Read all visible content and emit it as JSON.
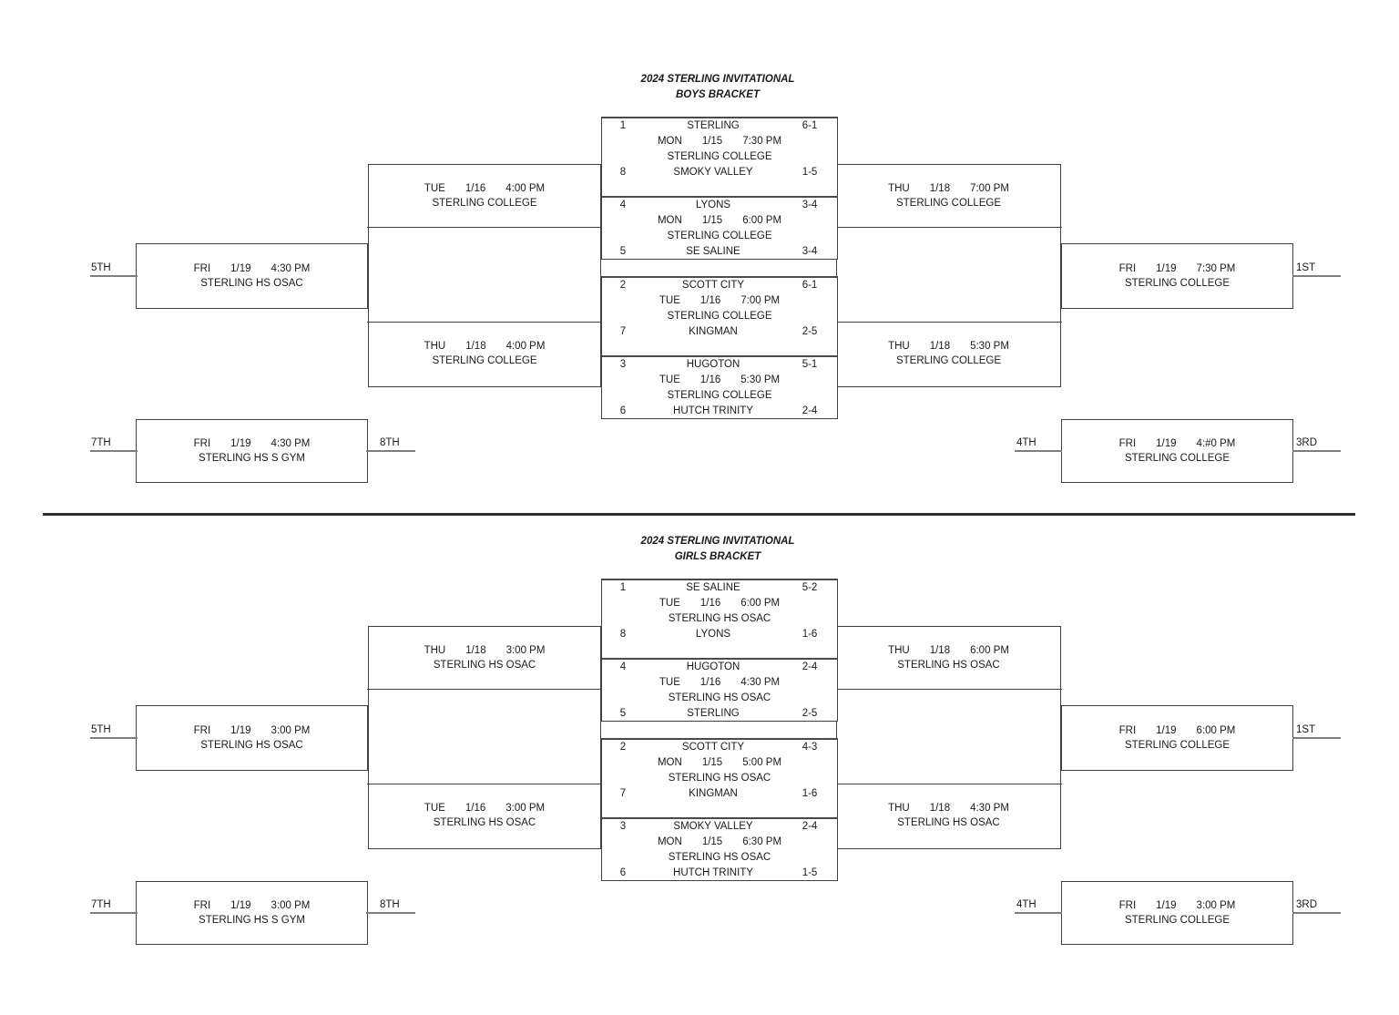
{
  "colors": {
    "line": "#404040",
    "stub": "#7d7d7d",
    "separator": "#2e2e2e",
    "text": "#1a1a1a",
    "background": "#ffffff"
  },
  "brackets": [
    {
      "title1": "2024 STERLING INVITATIONAL",
      "title2": "BOYS BRACKET",
      "games": [
        {
          "seed_a": "1",
          "team_a": "STERLING",
          "rec_a": "6-1",
          "day": "MON",
          "date": "1/15",
          "time": "7:30 PM",
          "venue": "STERLING COLLEGE",
          "seed_b": "8",
          "team_b": "SMOKY VALLEY",
          "rec_b": "1-5"
        },
        {
          "seed_a": "4",
          "team_a": "LYONS",
          "rec_a": "3-4",
          "day": "MON",
          "date": "1/15",
          "time": "6:00 PM",
          "venue": "STERLING COLLEGE",
          "seed_b": "5",
          "team_b": "SE SALINE",
          "rec_b": "3-4"
        },
        {
          "seed_a": "2",
          "team_a": "SCOTT CITY",
          "rec_a": "6-1",
          "day": "TUE",
          "date": "1/16",
          "time": "7:00 PM",
          "venue": "STERLING COLLEGE",
          "seed_b": "7",
          "team_b": "KINGMAN",
          "rec_b": "2-5"
        },
        {
          "seed_a": "3",
          "team_a": "HUGOTON",
          "rec_a": "5-1",
          "day": "TUE",
          "date": "1/16",
          "time": "5:30 PM",
          "venue": "STERLING COLLEGE",
          "seed_b": "6",
          "team_b": "HUTCH TRINITY",
          "rec_b": "2-4"
        }
      ],
      "consolation_semis": [
        {
          "day": "TUE",
          "date": "1/16",
          "time": "4:00 PM",
          "venue": "STERLING COLLEGE"
        },
        {
          "day": "THU",
          "date": "1/18",
          "time": "4:00 PM",
          "venue": "STERLING COLLEGE"
        }
      ],
      "semifinals": [
        {
          "day": "THU",
          "date": "1/18",
          "time": "7:00 PM",
          "venue": "STERLING COLLEGE"
        },
        {
          "day": "THU",
          "date": "1/18",
          "time": "5:30 PM",
          "venue": "STERLING COLLEGE"
        }
      ],
      "fifth_place": {
        "day": "FRI",
        "date": "1/19",
        "time": "4:30 PM",
        "venue": "STERLING HS OSAC"
      },
      "seventh_place": {
        "day": "FRI",
        "date": "1/19",
        "time": "4:30 PM",
        "venue": "STERLING HS S GYM"
      },
      "championship": {
        "day": "FRI",
        "date": "1/19",
        "time": "7:30 PM",
        "venue": "STERLING COLLEGE"
      },
      "third_place": {
        "day": "FRI",
        "date": "1/19",
        "time": "4:#0 PM",
        "venue": "STERLING COLLEGE"
      },
      "labels": {
        "first": "1ST",
        "third": "3RD",
        "fourth": "4TH",
        "fifth": "5TH",
        "seventh": "7TH",
        "eighth": "8TH"
      }
    },
    {
      "title1": "2024 STERLING INVITATIONAL",
      "title2": "GIRLS BRACKET",
      "games": [
        {
          "seed_a": "1",
          "team_a": "SE SALINE",
          "rec_a": "5-2",
          "day": "TUE",
          "date": "1/16",
          "time": "6:00 PM",
          "venue": "STERLING HS OSAC",
          "seed_b": "8",
          "team_b": "LYONS",
          "rec_b": "1-6"
        },
        {
          "seed_a": "4",
          "team_a": "HUGOTON",
          "rec_a": "2-4",
          "day": "TUE",
          "date": "1/16",
          "time": "4:30 PM",
          "venue": "STERLING HS OSAC",
          "seed_b": "5",
          "team_b": "STERLING",
          "rec_b": "2-5"
        },
        {
          "seed_a": "2",
          "team_a": "SCOTT CITY",
          "rec_a": "4-3",
          "day": "MON",
          "date": "1/15",
          "time": "5:00 PM",
          "venue": "STERLING HS OSAC",
          "seed_b": "7",
          "team_b": "KINGMAN",
          "rec_b": "1-6"
        },
        {
          "seed_a": "3",
          "team_a": "SMOKY VALLEY",
          "rec_a": "2-4",
          "day": "MON",
          "date": "1/15",
          "time": "6:30 PM",
          "venue": "STERLING HS OSAC",
          "seed_b": "6",
          "team_b": "HUTCH TRINITY",
          "rec_b": "1-5"
        }
      ],
      "consolation_semis": [
        {
          "day": "THU",
          "date": "1/18",
          "time": "3:00 PM",
          "venue": "STERLING HS OSAC"
        },
        {
          "day": "TUE",
          "date": "1/16",
          "time": "3:00 PM",
          "venue": "STERLING HS OSAC"
        }
      ],
      "semifinals": [
        {
          "day": "THU",
          "date": "1/18",
          "time": "6:00 PM",
          "venue": "STERLING HS OSAC"
        },
        {
          "day": "THU",
          "date": "1/18",
          "time": "4:30 PM",
          "venue": "STERLING HS OSAC"
        }
      ],
      "fifth_place": {
        "day": "FRI",
        "date": "1/19",
        "time": "3:00 PM",
        "venue": "STERLING HS OSAC"
      },
      "seventh_place": {
        "day": "FRI",
        "date": "1/19",
        "time": "3:00 PM",
        "venue": "STERLING HS S GYM"
      },
      "championship": {
        "day": "FRI",
        "date": "1/19",
        "time": "6:00 PM",
        "venue": "STERLING COLLEGE"
      },
      "third_place": {
        "day": "FRI",
        "date": "1/19",
        "time": "3:00 PM",
        "venue": "STERLING COLLEGE"
      },
      "labels": {
        "first": "1ST",
        "third": "3RD",
        "fourth": "4TH",
        "fifth": "5TH",
        "seventh": "7TH",
        "eighth": "8TH"
      }
    }
  ]
}
